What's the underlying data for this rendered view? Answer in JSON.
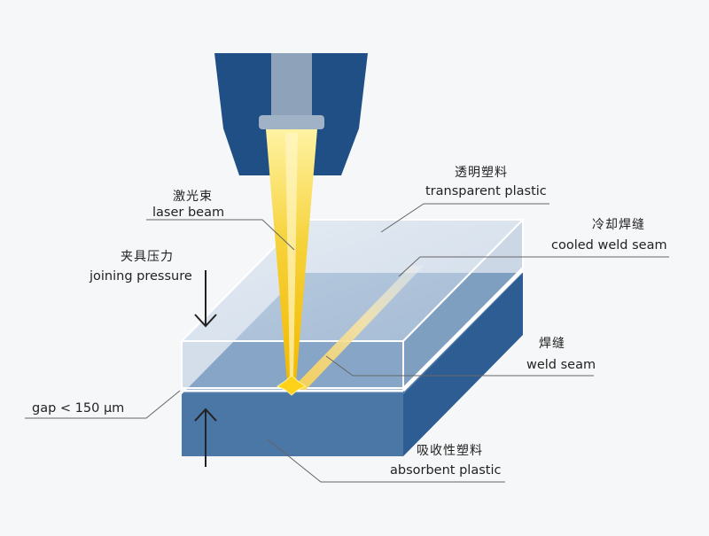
{
  "colors": {
    "background": "#f6f7f8",
    "nozzle_dark": "#1f4f84",
    "nozzle_inner": "#8aa0b8",
    "beam": "#f2c81a",
    "transparent_plastic": "#c9d6e6",
    "absorbent_plastic_top": "#4a78a8",
    "absorbent_plastic_side": "#2f5f95",
    "leader_line": "#666666"
  },
  "labels": {
    "laser_beam": {
      "zh": "激光束",
      "en": "laser beam"
    },
    "transparent_plastic": {
      "zh": "透明塑料",
      "en": "transparent plastic"
    },
    "cooled_weld_seam": {
      "zh": "冷却焊缝",
      "en": "cooled weld seam"
    },
    "joining_pressure": {
      "zh": "夹具压力",
      "en": "joining pressure"
    },
    "weld_seam": {
      "zh": "焊缝",
      "en": "weld seam"
    },
    "gap": {
      "en": "gap < 150 μm"
    },
    "absorbent_plastic": {
      "zh": "吸收性塑料",
      "en": "absorbent plastic"
    }
  }
}
